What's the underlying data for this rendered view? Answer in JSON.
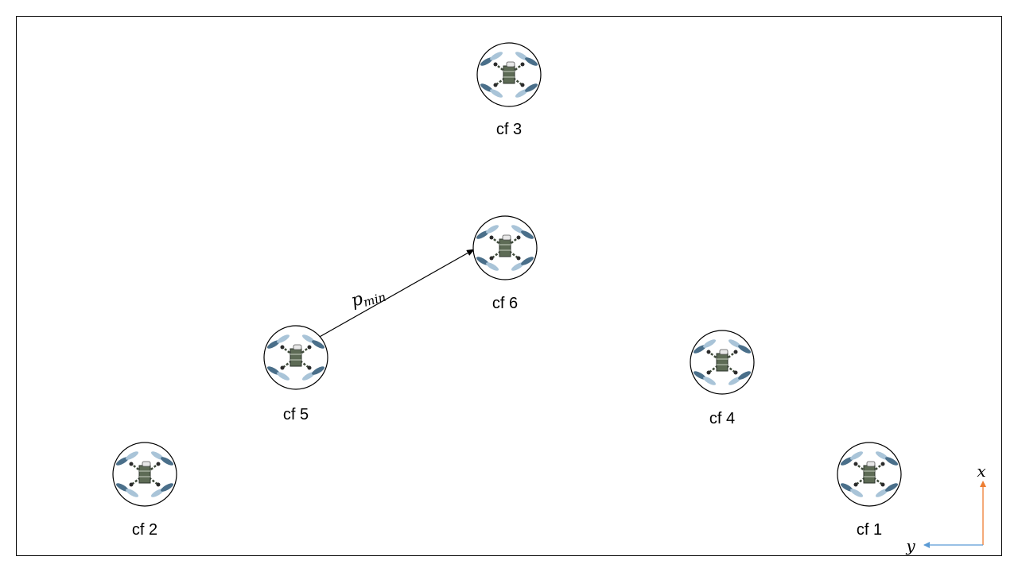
{
  "diagram": {
    "drones": [
      {
        "id": "cf1",
        "label": "cf 1"
      },
      {
        "id": "cf2",
        "label": "cf 2"
      },
      {
        "id": "cf3",
        "label": "cf 3"
      },
      {
        "id": "cf4",
        "label": "cf 4"
      },
      {
        "id": "cf5",
        "label": "cf 5"
      },
      {
        "id": "cf6",
        "label": "cf 6"
      }
    ],
    "vector_label": "p",
    "vector_subscript": "min",
    "axes": {
      "x_label": "x",
      "y_label": "y"
    },
    "colors": {
      "border": "#000000",
      "arrow": "#000000",
      "x_axis": "#ED7D31",
      "y_axis": "#5B9BD5",
      "propeller": "#4A6F8A",
      "propeller_light": "#A9C4D8",
      "frame": "#3E4A3A"
    }
  }
}
